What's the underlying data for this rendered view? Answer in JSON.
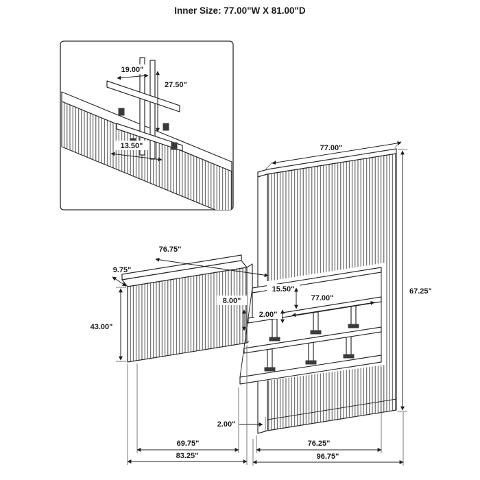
{
  "title": "Inner Size: 77.00\"W X 81.00\"D",
  "colors": {
    "ink": "#1a1a1a",
    "rib": "#4a4a4a",
    "background": "#ffffff"
  },
  "inset": {
    "bracket_width": "19.00\"",
    "bracket_height": "27.50\"",
    "bracket_spacing": "13.50\""
  },
  "main": {
    "headboard_width": "77.00\"",
    "rail_length": "76.75\"",
    "footboard_thickness": "9.75\"",
    "footboard_height": "43.00\"",
    "support_height": "8.00\"",
    "slat_spacing": "15.50\"",
    "inner_width": "77.00\"",
    "slat_thickness": "2.00\"",
    "headboard_height": "67.25\"",
    "base_height": "2.00\"",
    "inner_depth": "69.75\"",
    "footboard_outer_depth": "83.25\"",
    "rail_outer_depth": "76.25\"",
    "overall_depth": "96.75\""
  }
}
